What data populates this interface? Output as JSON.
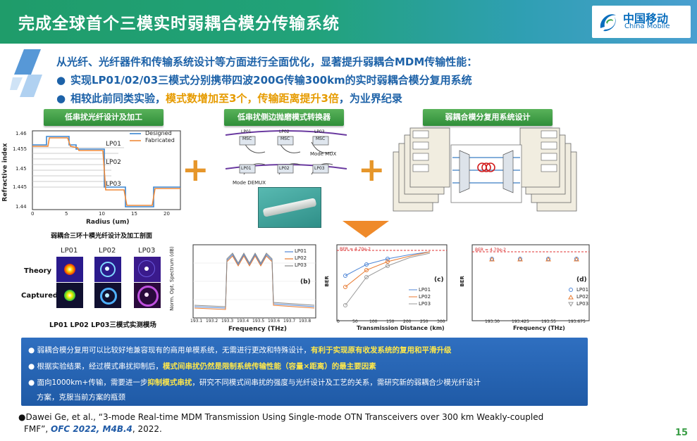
{
  "header": {
    "title": "完成全球首个三模实时弱耦合模分传输系统",
    "logo_cn": "中国移动",
    "logo_en": "China Mobile"
  },
  "intro": {
    "lead": "从光纤、光纤器件和传输系统设计等方面进行全面优化，显著提升弱耦合MDM传输性能：",
    "bullet1": "实现LP01/02/03三模式分别携带四波200G传输300km的实时弱耦合模分复用系统",
    "bullet2_pre": "相较此前同类实验，",
    "bullet2_hl": "模式数增加至3个，传输距离提升3倍",
    "bullet2_post": "，为业界纪录"
  },
  "tags": {
    "fiber": "低串扰光纤设计及加工",
    "converter": "低串扰侧边抛磨模式转换器",
    "system": "弱耦合模分复用系统设计"
  },
  "fiber_plot": {
    "ylabel": "Refractive index",
    "xlabel": "Radius (um)",
    "legend_designed": "Designed",
    "legend_fabricated": "Fabricated",
    "lp01": "LP01",
    "lp02": "LP02",
    "lp03": "LP03",
    "yticks": [
      "1.46",
      "1.455",
      "1.45",
      "1.445",
      "1.44"
    ],
    "xticks": [
      "0",
      "5",
      "10",
      "15",
      "20"
    ],
    "caption": "弱耦合三环十模光纤设计及加工剖面"
  },
  "converter": {
    "msc": "MSC",
    "mode_mux": "Mode MUX",
    "mode_demux": "Mode DEMUX",
    "lp01": "LP01",
    "lp02": "LP02",
    "lp03": "LP03"
  },
  "modes": {
    "col1": "LP01",
    "col2": "LP02",
    "col3": "LP03",
    "row1": "Theory",
    "row2": "Captured",
    "caption": "LP01 LP02 LP03三模式实测模场"
  },
  "spectrum": {
    "ylabel": "Norm. Opt. Spectrum (dB)",
    "xlabel": "Frequency (THz)",
    "label": "(b)",
    "lp01": "LP01",
    "lp02": "LP02",
    "lp03": "LP03",
    "xticks": [
      "193.1",
      "193.2",
      "193.3",
      "193.4",
      "193.5",
      "193.6",
      "193.7",
      "193.8"
    ]
  },
  "ber_distance": {
    "ylabel": "BER",
    "xlabel": "Transmission Distance (km)",
    "label": "(c)",
    "threshold": "BER = 4.70e-2",
    "lp01": "LP01",
    "lp02": "LP02",
    "lp03": "LP03",
    "xticks": [
      "0",
      "50",
      "100",
      "150",
      "200",
      "250",
      "300"
    ]
  },
  "ber_freq": {
    "ylabel": "BER",
    "xlabel": "Frequency (THz)",
    "label": "(d)",
    "threshold": "BER = 4.70e-2",
    "lp01": "LP01",
    "lp02": "LP02",
    "lp03": "LP03",
    "xticks": [
      "193.30",
      "193.425",
      "193.55",
      "193.675"
    ]
  },
  "conclusions": {
    "l1_pre": "弱耦合模分复用可以比较好地兼容现有的商用单模系统，无需进行更改和特殊设计，",
    "l1_hl": "有利于实现原有收发系统的复用和平滑升级",
    "l2_pre": "根据实验结果，经过模式串扰抑制后，",
    "l2_hl": "模式间串扰仍然是限制系统传输性能（容量×距离）的最主要因素",
    "l3_pre": "面向1000km+传输，需要进一步",
    "l3_hl": "抑制模式串扰",
    "l3_post": "，研究不同模式间串扰的强度与光纤设计及工艺的关系，需研究新的弱耦合少模光纤设计",
    "l3_cont": "方案，克服当前方案的瓶颈"
  },
  "reference": {
    "line1": "Dawei Ge, et al., “3-mode Real-time MDM Transmission Using Single-mode OTN Transceivers over 300 km Weakly-coupled",
    "line2_pre": "FMF”, ",
    "line2_venue": "OFC 2022, M4B.4",
    "line2_post": ", 2022."
  },
  "page_number": "15"
}
